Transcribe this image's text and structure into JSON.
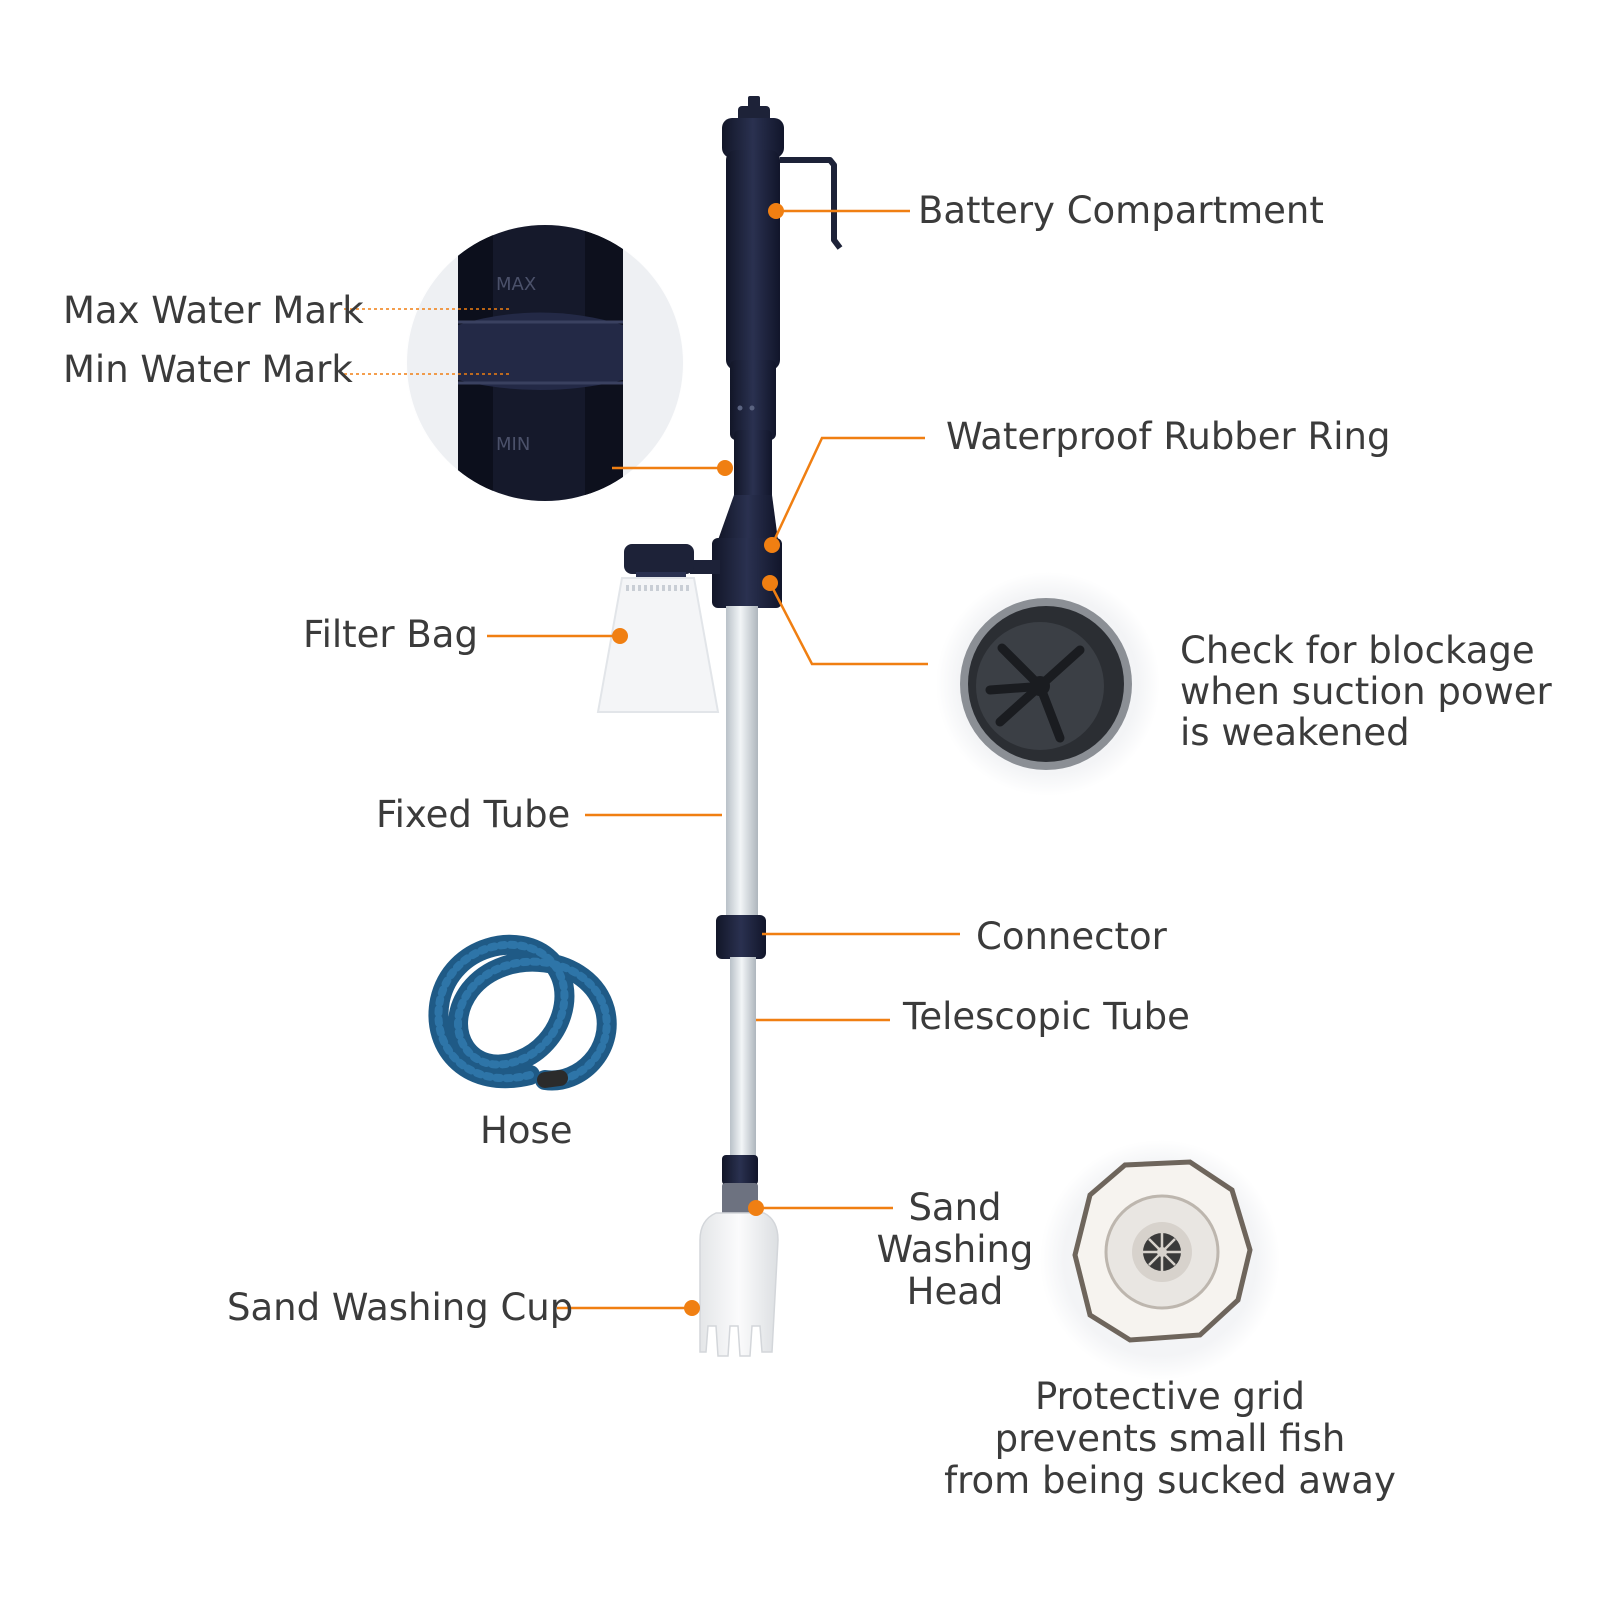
{
  "colors": {
    "accent": "#f07f12",
    "body": "#1d2238",
    "tube": "#d8dde2",
    "hose": "#1f5a86",
    "text": "#3b3b3b"
  },
  "labels": {
    "battery": "Battery Compartment",
    "max_mark": "Max Water Mark",
    "min_mark": "Min Water Mark",
    "rubber_ring": "Waterproof Rubber Ring",
    "filter_bag": "Filter Bag",
    "blockage": [
      "Check for blockage",
      "when suction power",
      "is weakened"
    ],
    "fixed_tube": "Fixed Tube",
    "connector": "Connector",
    "telescopic_tube": "Telescopic Tube",
    "hose": "Hose",
    "sand_head": [
      "Sand",
      "Washing",
      "Head"
    ],
    "sand_cup": "Sand Washing Cup",
    "grid": [
      "Protective grid",
      "prevents small fish",
      "from being sucked away"
    ]
  },
  "inset_marks": {
    "max": "MAX",
    "min": "MIN"
  }
}
